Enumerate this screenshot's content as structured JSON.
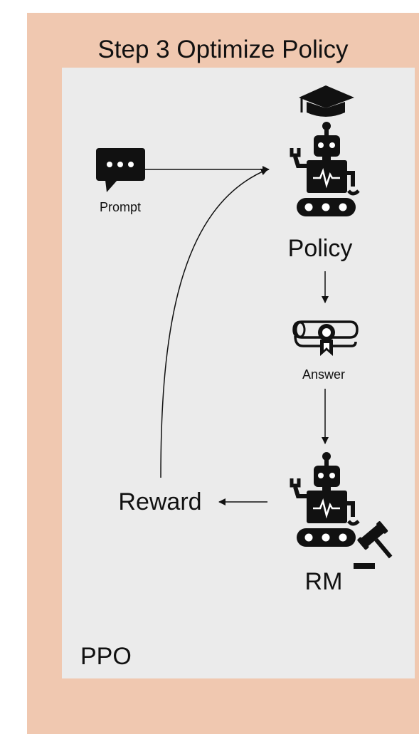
{
  "title": "Step 3 Optimize Policy",
  "nodes": {
    "prompt": "Prompt",
    "policy": "Policy",
    "answer": "Answer",
    "reward": "Reward",
    "rm": "RM"
  },
  "corner_label": "PPO",
  "colors": {
    "outer_panel": "#f0c8b0",
    "inner_panel": "#ebebeb",
    "icon": "#111111"
  },
  "icons": [
    "speech-bubble-icon",
    "graduation-cap-icon",
    "robot-icon",
    "diploma-icon",
    "gavel-icon"
  ]
}
